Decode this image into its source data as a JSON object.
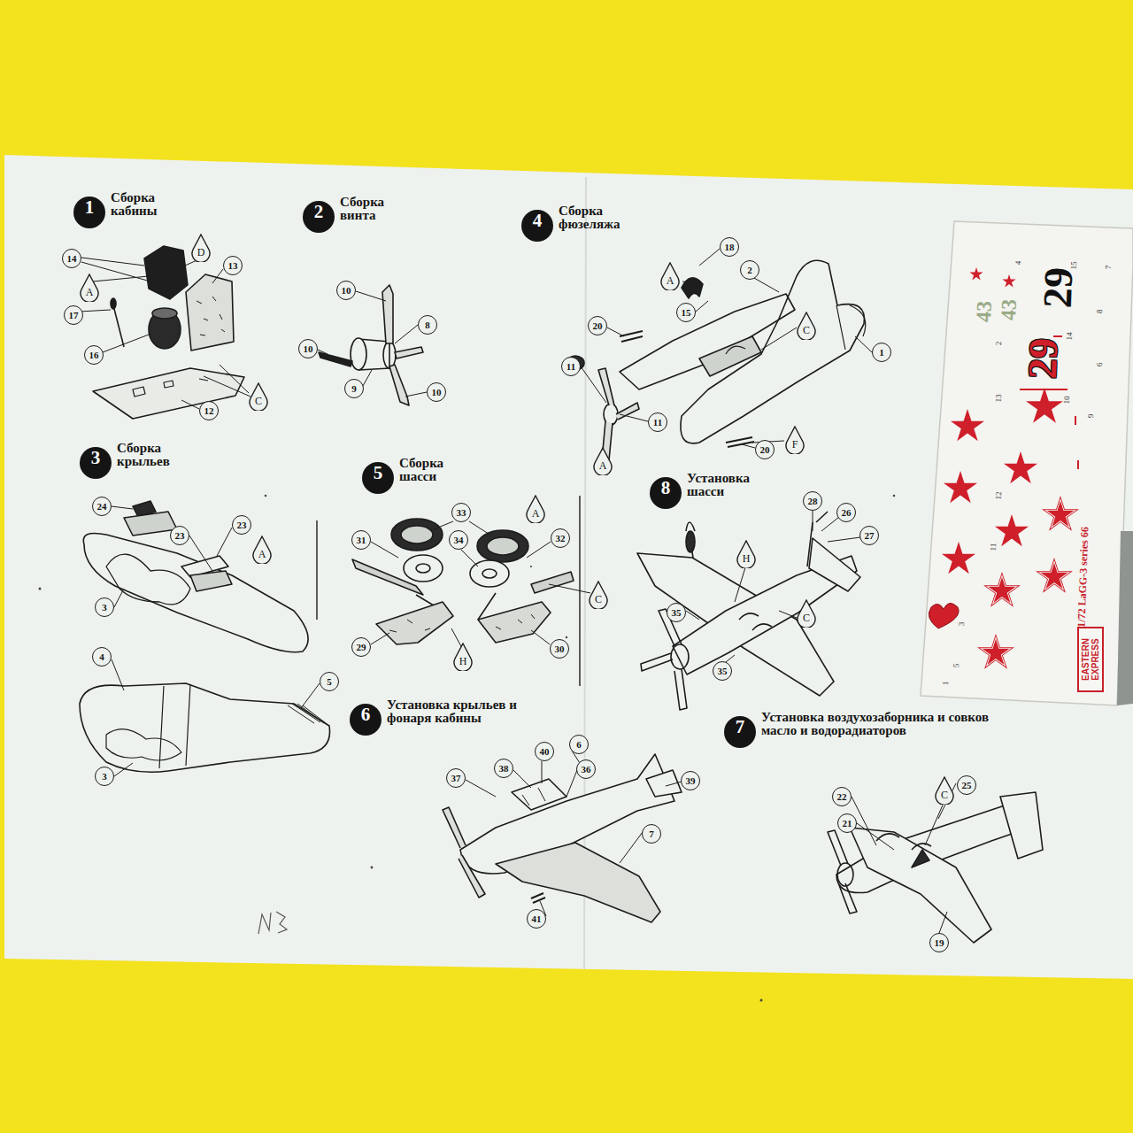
{
  "diagram": {
    "nodes": [
      {
        "text": [
          "1",
          "Сборка кабины"
        ]
      },
      {
        "text": [
          "14"
        ]
      },
      {
        "text": [
          "D"
        ]
      },
      {
        "text": [
          "13"
        ]
      },
      {
        "text": [
          "A"
        ]
      },
      {
        "text": [
          "17"
        ]
      },
      {
        "text": [
          "16"
        ]
      },
      {
        "text": [
          "C"
        ]
      },
      {
        "text": [
          "12"
        ]
      },
      {
        "text": [
          "2",
          "Сборка винта"
        ]
      },
      {
        "text": [
          "10"
        ]
      },
      {
        "text": [
          "8"
        ]
      },
      {
        "text": [
          "10"
        ]
      },
      {
        "text": [
          "9"
        ]
      },
      {
        "text": [
          "10"
        ]
      },
      {
        "text": [
          "4",
          "Сборка фюзеляжа"
        ]
      },
      {
        "text": [
          "18"
        ]
      },
      {
        "text": [
          "2"
        ]
      },
      {
        "text": [
          "A"
        ]
      },
      {
        "text": [
          "15"
        ]
      },
      {
        "text": [
          "C"
        ]
      },
      {
        "text": [
          "20"
        ]
      },
      {
        "text": [
          "1"
        ]
      },
      {
        "text": [
          "11"
        ]
      },
      {
        "text": [
          "11"
        ]
      },
      {
        "text": [
          "A"
        ]
      },
      {
        "text": [
          "F"
        ]
      },
      {
        "text": [
          "20"
        ]
      },
      {
        "text": [
          "3",
          "Сборка крыльев"
        ]
      },
      {
        "text": [
          "24"
        ]
      },
      {
        "text": [
          "23"
        ]
      },
      {
        "text": [
          "23"
        ]
      },
      {
        "text": [
          "A"
        ]
      },
      {
        "text": [
          "3"
        ]
      },
      {
        "text": [
          "4"
        ]
      },
      {
        "text": [
          "5"
        ]
      },
      {
        "text": [
          "3"
        ]
      },
      {
        "text": [
          "5",
          "Сборка шасси"
        ]
      },
      {
        "text": [
          "33"
        ]
      },
      {
        "text": [
          "A"
        ]
      },
      {
        "text": [
          "31"
        ]
      },
      {
        "text": [
          "34"
        ]
      },
      {
        "text": [
          "32"
        ]
      },
      {
        "text": [
          "C"
        ]
      },
      {
        "text": [
          "29"
        ]
      },
      {
        "text": [
          "H"
        ]
      },
      {
        "text": [
          "30"
        ]
      },
      {
        "text": [
          "8",
          "Установка шасси"
        ]
      },
      {
        "text": [
          "28"
        ]
      },
      {
        "text": [
          "26"
        ]
      },
      {
        "text": [
          "27"
        ]
      },
      {
        "text": [
          "H"
        ]
      },
      {
        "text": [
          "35"
        ]
      },
      {
        "text": [
          "C"
        ]
      },
      {
        "text": [
          "35"
        ]
      },
      {
        "text": [
          "6",
          "Установка крыльев и фонаря кабины"
        ]
      },
      {
        "text": [
          "40"
        ]
      },
      {
        "text": [
          "6"
        ]
      },
      {
        "text": [
          "38"
        ]
      },
      {
        "text": [
          "36"
        ]
      },
      {
        "text": [
          "37"
        ]
      },
      {
        "text": [
          "39"
        ]
      },
      {
        "text": [
          "7"
        ]
      },
      {
        "text": [
          "41"
        ]
      },
      {
        "text": [
          "7",
          "Установка воздухозаборника и совков масло и водорадиаторов"
        ]
      },
      {
        "text": [
          "C"
        ]
      },
      {
        "text": [
          "25"
        ]
      },
      {
        "text": [
          "22"
        ]
      },
      {
        "text": [
          "21"
        ]
      },
      {
        "text": [
          "19"
        ]
      },
      {
        "text": [
          "EASTERN EXPRESS"
        ]
      }
    ],
    "labels": [
      "29",
      "29",
      "43",
      "43",
      "15",
      "4",
      "7",
      "14",
      "2",
      "13",
      "10",
      "12",
      "8",
      "11",
      "6",
      "9",
      "3",
      "5",
      "1",
      "1/72 LaGG-3 series 66"
    ]
  }
}
